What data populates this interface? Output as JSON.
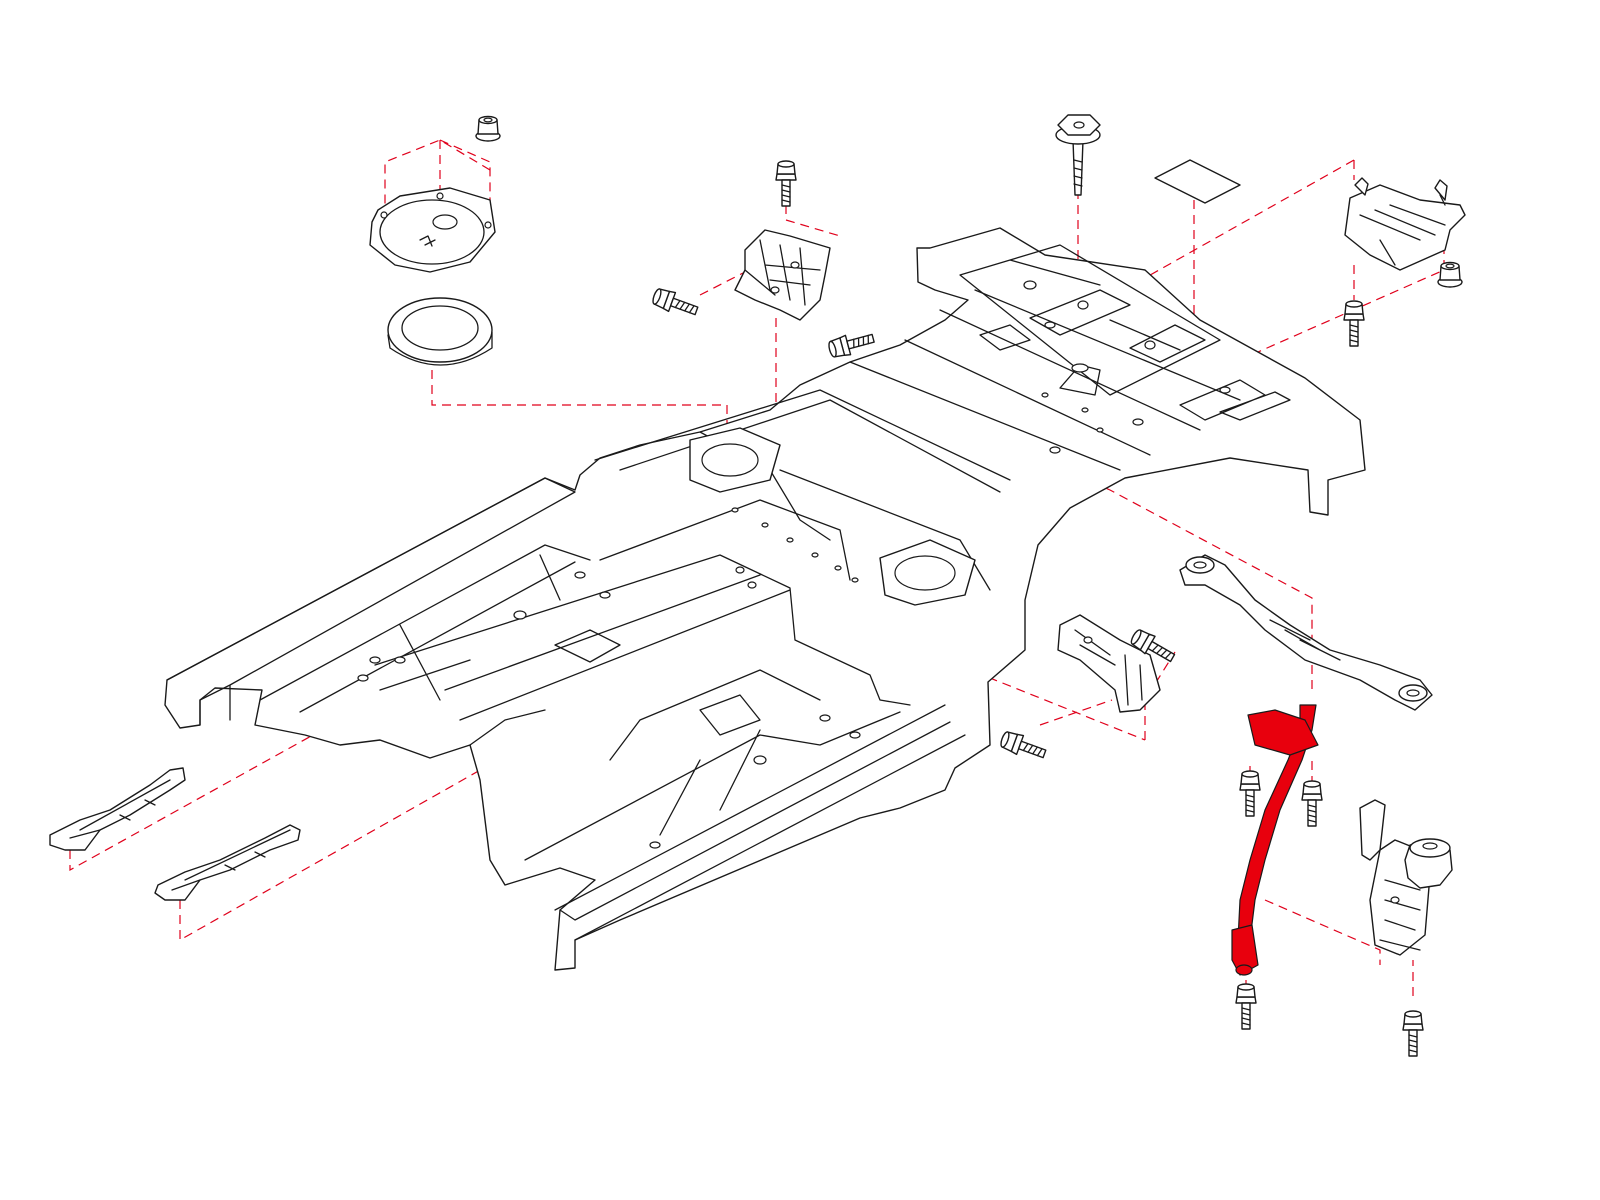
{
  "colors": {
    "line": "#1a1a1a",
    "background": "#ffffff",
    "leader": "#e0001b",
    "highlight": "#e8000d"
  },
  "parts": [
    {
      "id": "floor-pan",
      "icon": "floor-pan-assembly"
    },
    {
      "id": "spare-tire-cover",
      "icon": "round-cover-plate"
    },
    {
      "id": "seal-ring",
      "icon": "rubber-seal-ring"
    },
    {
      "id": "nut-top-left",
      "icon": "flange-nut"
    },
    {
      "id": "bracket-center",
      "icon": "mount-bracket"
    },
    {
      "id": "bolt-center-top",
      "icon": "flange-bolt"
    },
    {
      "id": "bolt-center-left",
      "icon": "flange-bolt"
    },
    {
      "id": "bolt-center-right",
      "icon": "flange-bolt"
    },
    {
      "id": "tie-down-bolt",
      "icon": "wing-bolt"
    },
    {
      "id": "label-plate",
      "icon": "label-plate"
    },
    {
      "id": "bracket-top-right",
      "icon": "mount-bracket"
    },
    {
      "id": "bolt-top-right",
      "icon": "flange-bolt"
    },
    {
      "id": "nut-top-right",
      "icon": "flange-nut"
    },
    {
      "id": "rear-crossmember",
      "icon": "suspension-arm"
    },
    {
      "id": "bracket-mid-right",
      "icon": "mount-bracket"
    },
    {
      "id": "bolt-mid-1",
      "icon": "flange-bolt"
    },
    {
      "id": "bolt-mid-2",
      "icon": "flange-bolt"
    },
    {
      "id": "highlighted-brace",
      "icon": "brace-rod",
      "highlighted": true
    },
    {
      "id": "bolt-brace-1",
      "icon": "flange-bolt"
    },
    {
      "id": "bolt-brace-2",
      "icon": "flange-bolt"
    },
    {
      "id": "bolt-brace-3",
      "icon": "flange-bolt"
    },
    {
      "id": "engine-mount",
      "icon": "engine-mount-bracket"
    },
    {
      "id": "bolt-mount",
      "icon": "flange-bolt"
    },
    {
      "id": "rail-front-left",
      "icon": "reinforcement-rail"
    },
    {
      "id": "rail-front-right",
      "icon": "reinforcement-rail"
    }
  ]
}
